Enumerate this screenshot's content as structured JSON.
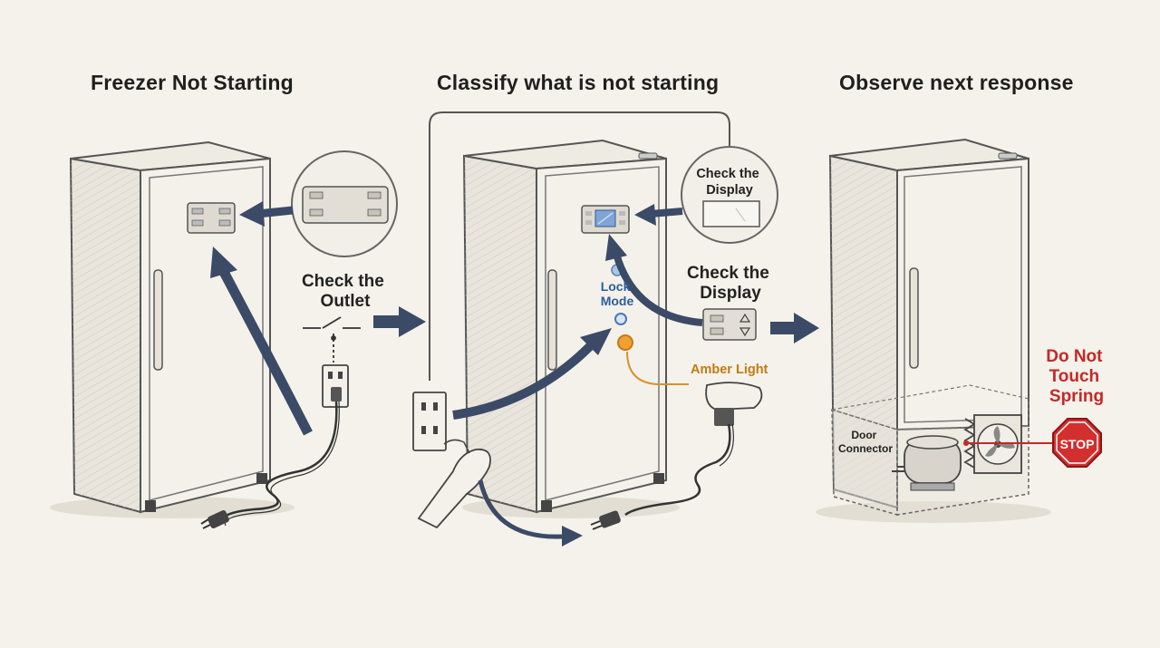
{
  "panels": {
    "panel1": {
      "title": "Freezer Not Starting",
      "step_label": "Check the\nOutlet"
    },
    "panel2": {
      "title": "Classify what is not starting",
      "callout_label": "Check the\nDisplay",
      "step_label": "Check the\nDisplay",
      "lock_mode_label": "Lock\nMode",
      "amber_light_label": "Amber Light"
    },
    "panel3": {
      "title": "Observe next response",
      "door_connector_label": "Door\nConnector",
      "warning_label": "Do Not\nTouch\nSpring",
      "stop_sign_text": "STOP"
    }
  },
  "colors": {
    "arrow": "#3b4a66",
    "amber": "#d9902a",
    "amber_text": "#c27a12",
    "blue_indicator": "#7aa6d8",
    "lock_text": "#2f5d9e",
    "warning_red": "#c62828",
    "stop_red": "#d32f2f",
    "display_blue": "#7fa4d8"
  },
  "icons": [
    "outlet-icon",
    "switch-icon",
    "power-plug-icon",
    "hand-icon",
    "compressor-icon",
    "fan-icon",
    "stop-sign-icon",
    "spring-icon"
  ]
}
